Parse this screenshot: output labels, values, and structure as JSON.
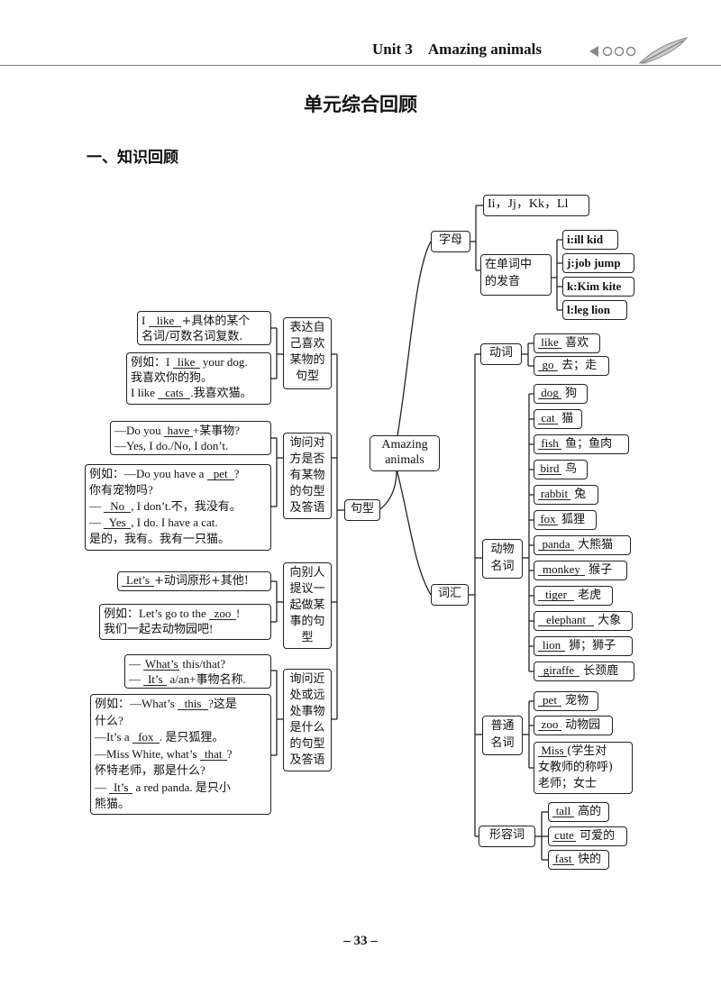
{
  "header": {
    "unit": "Unit 3",
    "title": "Amazing animals"
  },
  "page": {
    "heading": "单元综合回顾",
    "section": "一、知识回顾",
    "number": "– 33 –"
  },
  "root": {
    "line1": "Amazing",
    "line2": "animals"
  },
  "letters": {
    "label": "字母",
    "group": "Ii，Jj，Kk，Ll",
    "sound_label_1": "在单词中",
    "sound_label_2": "的发音",
    "sounds": [
      "i:ill kid",
      "j:job jump",
      "k:Kim kite",
      "l:leg lion"
    ]
  },
  "vocab": {
    "label": "词汇",
    "verb_label": "动词",
    "verbs": [
      {
        "word": "like",
        "zh": "喜欢"
      },
      {
        "word": "go",
        "zh": "去；走"
      }
    ],
    "animal_label_1": "动物",
    "animal_label_2": "名词",
    "animals": [
      {
        "word": "dog",
        "zh": "狗"
      },
      {
        "word": "cat",
        "zh": "猫"
      },
      {
        "word": "fish",
        "zh": "鱼；鱼肉"
      },
      {
        "word": "bird",
        "zh": "鸟"
      },
      {
        "word": "rabbit",
        "zh": "兔"
      },
      {
        "word": "fox",
        "zh": "狐狸"
      },
      {
        "word": "panda",
        "zh": "大熊猫"
      },
      {
        "word": "monkey",
        "zh": "猴子"
      },
      {
        "word": "tiger",
        "zh": "老虎"
      },
      {
        "word": "elephant",
        "zh": "大象"
      },
      {
        "word": "lion",
        "zh": "狮；狮子"
      },
      {
        "word": "giraffe",
        "zh": "长颈鹿"
      }
    ],
    "common_label_1": "普通",
    "common_label_2": "名词",
    "common": {
      "pet_word": "pet",
      "pet_zh": "宠物",
      "zoo_word": "zoo",
      "zoo_zh": "动物园",
      "miss_word": "Miss",
      "miss_zh_1": "(学生对",
      "miss_zh_2": "女教师的称呼)",
      "miss_zh_3": "老师；女士"
    },
    "adj_label": "形容词",
    "adjectives": [
      {
        "word": "tall",
        "zh": "高的"
      },
      {
        "word": "cute",
        "zh": "可爱的"
      },
      {
        "word": "fast",
        "zh": "快的"
      }
    ]
  },
  "sentences": {
    "label": "句型",
    "s1": {
      "label": [
        "表达自",
        "己喜欢",
        "某物的",
        "句型"
      ],
      "pattern_pre": "I",
      "pattern_blank": "like",
      "pattern_post": "+具体的某个",
      "pattern_line2": "名词/可数名词复数.",
      "ex_pre": "例如：I",
      "ex_blank": "like",
      "ex_post": "your dog.",
      "ex_line2": "我喜欢你的狗。",
      "ex3_pre": "I like",
      "ex3_blank": "cats",
      "ex3_post": ".我喜欢猫。"
    },
    "s2": {
      "label": [
        "询问对",
        "方是否",
        "有某物",
        "的句型",
        "及答语"
      ],
      "q_pre": "—Do you",
      "q_blank": "have",
      "q_post": "+某事物?",
      "a_line": "—Yes, I do./No, I don’t.",
      "ex_pre": "例如：—Do you have a",
      "ex_blank": "pet",
      "ex_post": "?",
      "ex_line2": "你有宠物吗?",
      "ex3_pre": "—",
      "ex3_blank": "No",
      "ex3_post": ", I don’t.不，我没有。",
      "ex4_pre": "—",
      "ex4_blank": "Yes",
      "ex4_post": ", I do. I have a cat.",
      "ex_line5": "是的，我有。我有一只猫。"
    },
    "s3": {
      "label": [
        "向别人",
        "提议一",
        "起做某",
        "事的句",
        "型"
      ],
      "pattern_blank": "Let’s",
      "pattern_post": "+动词原形+其他!",
      "ex_pre": "例如：Let’s go to the",
      "ex_blank": "zoo",
      "ex_post": "!",
      "ex_line2": "我们一起去动物园吧!"
    },
    "s4": {
      "label": [
        "询问近",
        "处或远",
        "处事物",
        "是什么",
        "的句型",
        "及答语"
      ],
      "q_pre": "—",
      "q_blank": "What’s",
      "q_post": "this/that?",
      "a_pre": "—",
      "a_blank": "It’s",
      "a_post": "a/an+事物名称.",
      "ex_pre": "例如：—What’s",
      "ex_blank": "this",
      "ex_post": "?这是",
      "ex_line2": "什么?",
      "ex3_pre": "—It’s  a",
      "ex3_blank": "fox",
      "ex3_post": ". 是只狐狸。",
      "ex4_pre": "—Miss White, what’s",
      "ex4_blank": "that",
      "ex4_post": "?",
      "ex_line5": "怀特老师，那是什么?",
      "ex6_pre": "—",
      "ex6_blank": "It’s",
      "ex6_post": "a red panda. 是只小",
      "ex_line7": "熊猫。"
    }
  }
}
